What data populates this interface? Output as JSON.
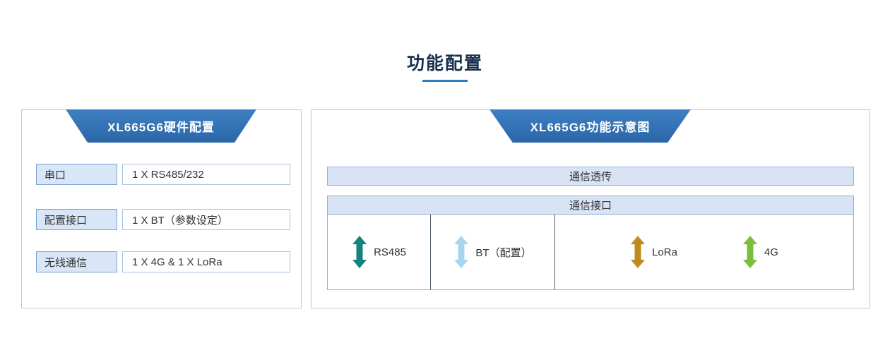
{
  "page": {
    "title": "功能配置"
  },
  "hardware_panel": {
    "title": "XL665G6硬件配置",
    "rows": [
      {
        "label": "串口",
        "value": "1 X RS485/232"
      },
      {
        "label": "配置接口",
        "value": "1 X BT（参数设定）"
      },
      {
        "label": "无线通信",
        "value": "1 X 4G & 1 X LoRa"
      }
    ]
  },
  "diagram_panel": {
    "title": "XL665G6功能示意图",
    "passthrough_label": "通信透传",
    "interface_header": "通信接口",
    "interfaces": [
      {
        "label": "RS485",
        "icon": "double-arrow-icon",
        "color": "#15837d"
      },
      {
        "label": "BT（配置）",
        "icon": "double-arrow-icon",
        "color": "#a9d4ef"
      },
      {
        "label": "LoRa",
        "icon": "double-arrow-icon",
        "color": "#bf8a1f"
      },
      {
        "label": "4G",
        "icon": "double-arrow-icon",
        "color": "#7cbe3a"
      }
    ]
  },
  "colors": {
    "accent_underline": "#2a7cc0",
    "banner_blue": "#2f6fb2",
    "panel_border": "#b5c9e0",
    "light_blue_fill": "#d8e4f5"
  }
}
